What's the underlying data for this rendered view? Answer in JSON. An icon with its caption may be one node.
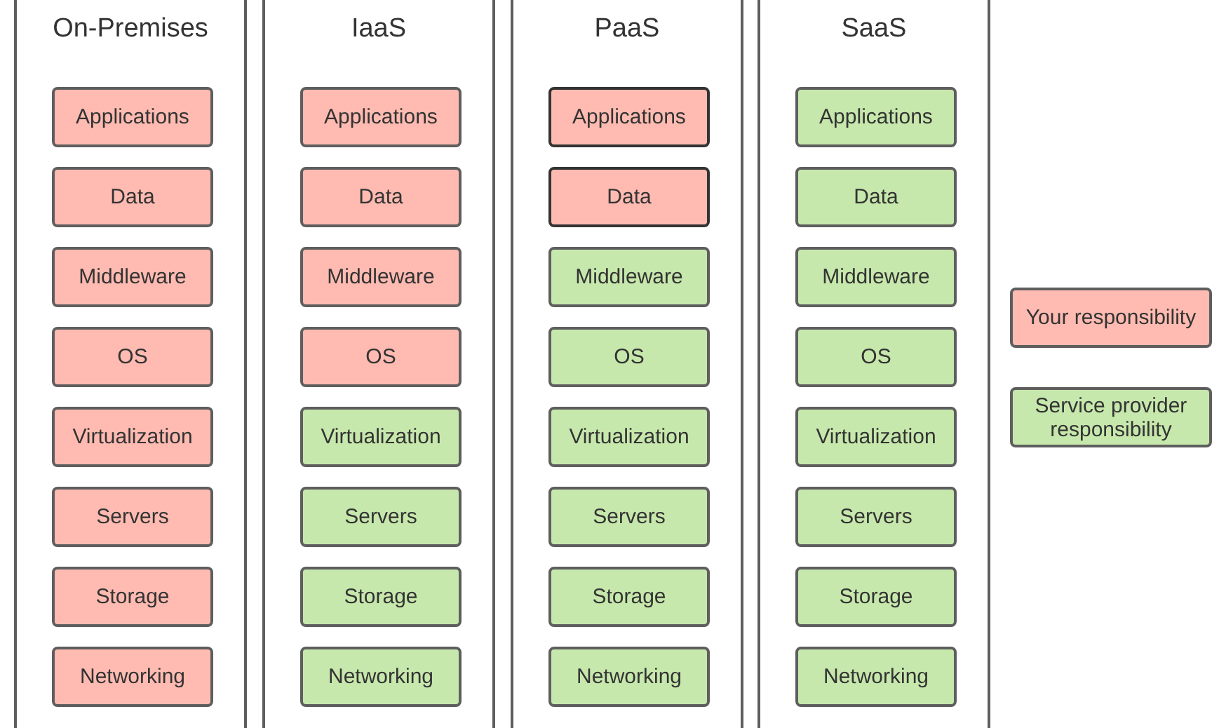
{
  "diagram": {
    "nodes": [
      {
        "text": [
          "On-Premises"
        ]
      },
      {
        "text": [
          "Applications"
        ],
        "in": 0
      },
      {
        "text": [
          "Data"
        ],
        "in": 0
      },
      {
        "text": [
          "Middleware"
        ],
        "in": 0
      },
      {
        "text": [
          "OS"
        ],
        "in": 0
      },
      {
        "text": [
          "Virtualization"
        ],
        "in": 0
      },
      {
        "text": [
          "Servers"
        ],
        "in": 0
      },
      {
        "text": [
          "Storage"
        ],
        "in": 0
      },
      {
        "text": [
          "Networking"
        ],
        "in": 0
      },
      {
        "text": [
          "IaaS"
        ]
      },
      {
        "text": [
          "Applications"
        ],
        "in": 9
      },
      {
        "text": [
          "Data"
        ],
        "in": 9
      },
      {
        "text": [
          "Middleware"
        ],
        "in": 9
      },
      {
        "text": [
          "OS"
        ],
        "in": 9
      },
      {
        "text": [
          "Virtualization"
        ],
        "in": 9
      },
      {
        "text": [
          "Servers"
        ],
        "in": 9
      },
      {
        "text": [
          "Storage"
        ],
        "in": 9
      },
      {
        "text": [
          "Networking"
        ],
        "in": 9
      },
      {
        "text": [
          "PaaS"
        ]
      },
      {
        "text": [
          "Applications"
        ],
        "in": 18
      },
      {
        "text": [
          "Data"
        ],
        "in": 18
      },
      {
        "text": [
          "Middleware"
        ],
        "in": 18
      },
      {
        "text": [
          "OS"
        ],
        "in": 18
      },
      {
        "text": [
          "Virtualization"
        ],
        "in": 18
      },
      {
        "text": [
          "Servers"
        ],
        "in": 18
      },
      {
        "text": [
          "Storage"
        ],
        "in": 18
      },
      {
        "text": [
          "Networking"
        ],
        "in": 18
      },
      {
        "text": [
          "SaaS"
        ]
      },
      {
        "text": [
          "Applications"
        ],
        "in": 27
      },
      {
        "text": [
          "Data"
        ],
        "in": 27
      },
      {
        "text": [
          "Middleware"
        ],
        "in": 27
      },
      {
        "text": [
          "OS"
        ],
        "in": 27
      },
      {
        "text": [
          "Virtualization"
        ],
        "in": 27
      },
      {
        "text": [
          "Servers"
        ],
        "in": 27
      },
      {
        "text": [
          "Storage"
        ],
        "in": 27
      },
      {
        "text": [
          "Networking"
        ],
        "in": 27
      }
    ],
    "legend": [
      {
        "text": "Your responsibility",
        "color": "#ffbbb1"
      },
      {
        "text": "Service provider responsibility",
        "color": "#c7e8ac"
      }
    ]
  }
}
